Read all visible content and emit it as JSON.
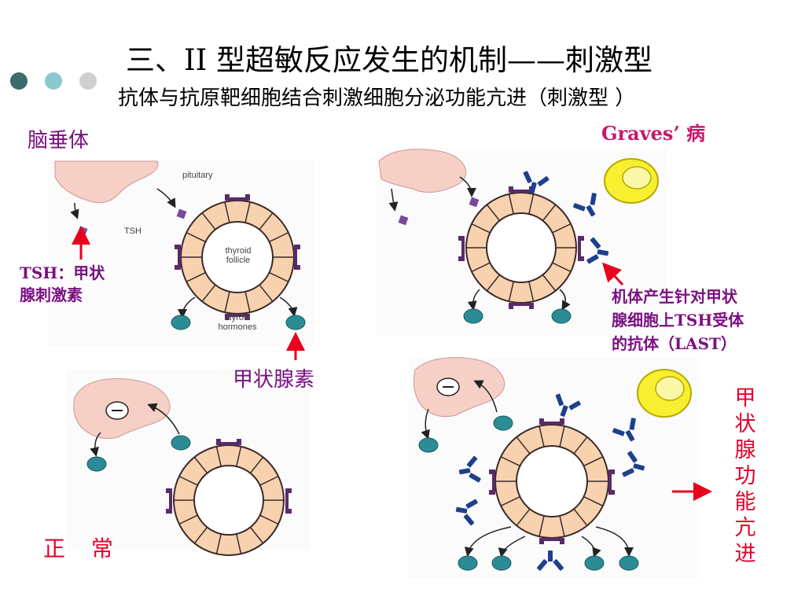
{
  "slide": {
    "title": "三、II 型超敏反应发生的机制——刺激型",
    "subtitle": "抗体与抗原靶细胞结合刺激细胞分泌功能亢进（刺激型 ）"
  },
  "labels": {
    "pituitary_cn": "脑垂体",
    "graves": "Graves’ 病",
    "tsh_line1": "TSH：甲状",
    "tsh_line2": "腺刺激素",
    "thyroxine": "甲状腺素",
    "antibody_line1": "机体产生针对甲状",
    "antibody_line2": "腺细胞上TSH受体",
    "antibody_line3": "的抗体（LAST）",
    "hyper": "甲状腺功能亢进",
    "normal": "正 常"
  },
  "diagram_text": {
    "pituitary": "pituitary",
    "tsh": "TSH",
    "thyroid_1": "thyroid",
    "thyroid_2": "follicle",
    "hormones_1": "thyroid",
    "hormones_2": "hormones"
  },
  "colors": {
    "purple_text": "#7a1180",
    "red_text": "#e3002a",
    "pink_red": "#c8186c",
    "arrow_red": "#e8001c",
    "gland": "#f6cfc6",
    "follicle": "#f8d2ae",
    "receptor": "#5a2a6a",
    "hormone": "#2b8c96",
    "antibody": "#1e3f8c",
    "bcell": "#f7ef2f"
  }
}
